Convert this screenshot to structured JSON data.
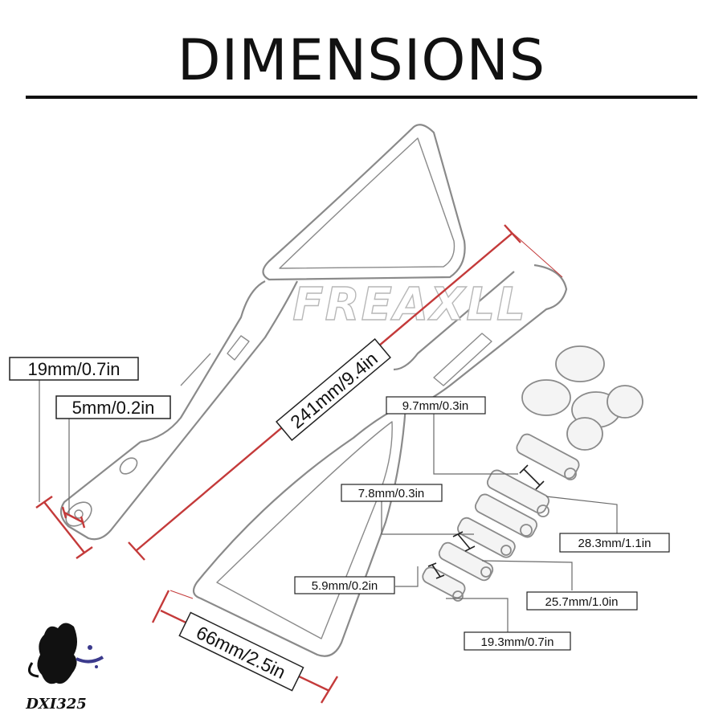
{
  "title": "DIMENSIONS",
  "watermark": "FREAXLL",
  "logo_text": "DXI325",
  "colors": {
    "dimension_line": "#c43a3a",
    "outline": "#8a8a8a",
    "text": "#111111"
  },
  "labels": {
    "overall_length": "241mm/9.4in",
    "width": "66mm/2.5in",
    "stem_diameter": "19mm/0.7in",
    "hole_diameter": "5mm/0.2in",
    "nut_diameter": "9.7mm/0.3in",
    "bolt_diameter_large": "7.8mm/0.3in",
    "bolt_diameter_small": "5.9mm/0.2in",
    "bolt_length_28": "28.3mm/1.1in",
    "bolt_length_25": "25.7mm/1.0in",
    "bolt_length_19": "19.3mm/0.7in"
  }
}
